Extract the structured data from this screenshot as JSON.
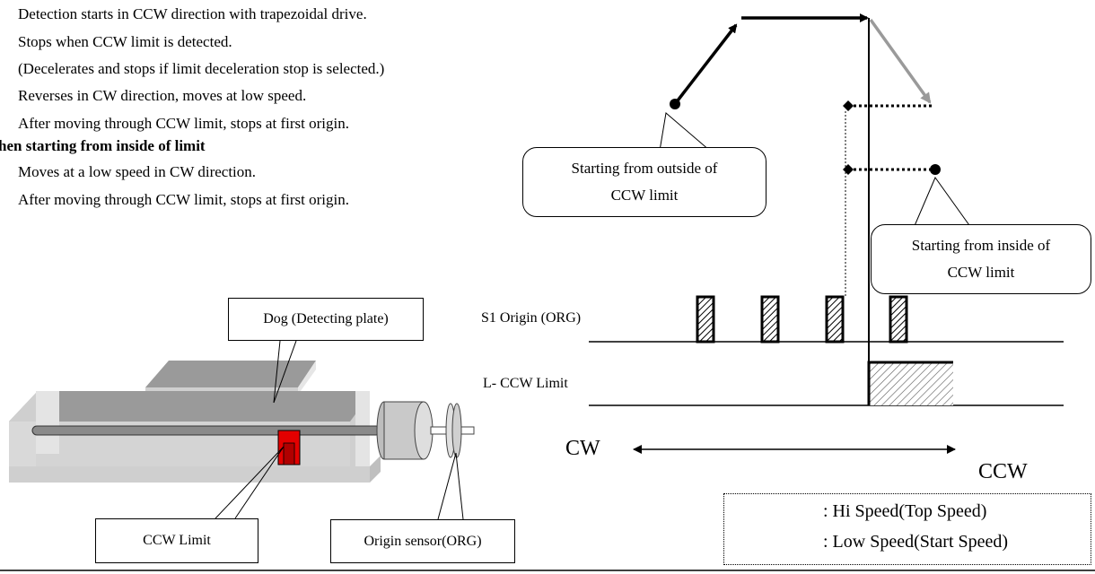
{
  "instructions": {
    "outside_lines": [
      "Detection starts in CCW direction with trapezoidal drive.",
      "Stops when CCW limit is detected.",
      "(Decelerates and stops if limit deceleration stop is selected.)",
      "Reverses in CW direction, moves at low speed.",
      "After moving through CCW limit, stops at first origin."
    ],
    "inside_heading": "hen starting from inside of limit",
    "inside_lines": [
      "Moves at a low speed in CW direction.",
      "After moving through CCW limit, stops at first origin."
    ]
  },
  "timing": {
    "callout_outside": [
      "Starting from outside of",
      "CCW limit"
    ],
    "callout_inside": [
      "Starting from inside of",
      "CCW limit"
    ],
    "signal_origin_label": "S1 Origin (ORG)",
    "signal_limit_label": "L- CCW Limit",
    "cw_label": "CW",
    "ccw_label": "CCW"
  },
  "mechanism": {
    "dog_label": "Dog (Detecting plate)",
    "ccw_limit_label": "CCW Limit",
    "origin_sensor_label": "Origin sensor(ORG)"
  },
  "legend": {
    "hi_speed": ": Hi Speed(Top Speed)",
    "low_speed": ": Low Speed(Start Speed)"
  },
  "colors": {
    "dog_plate": "#2ab7ec",
    "limit_sensor": "#e30000",
    "grey_arrow": "#9a9a9a"
  }
}
